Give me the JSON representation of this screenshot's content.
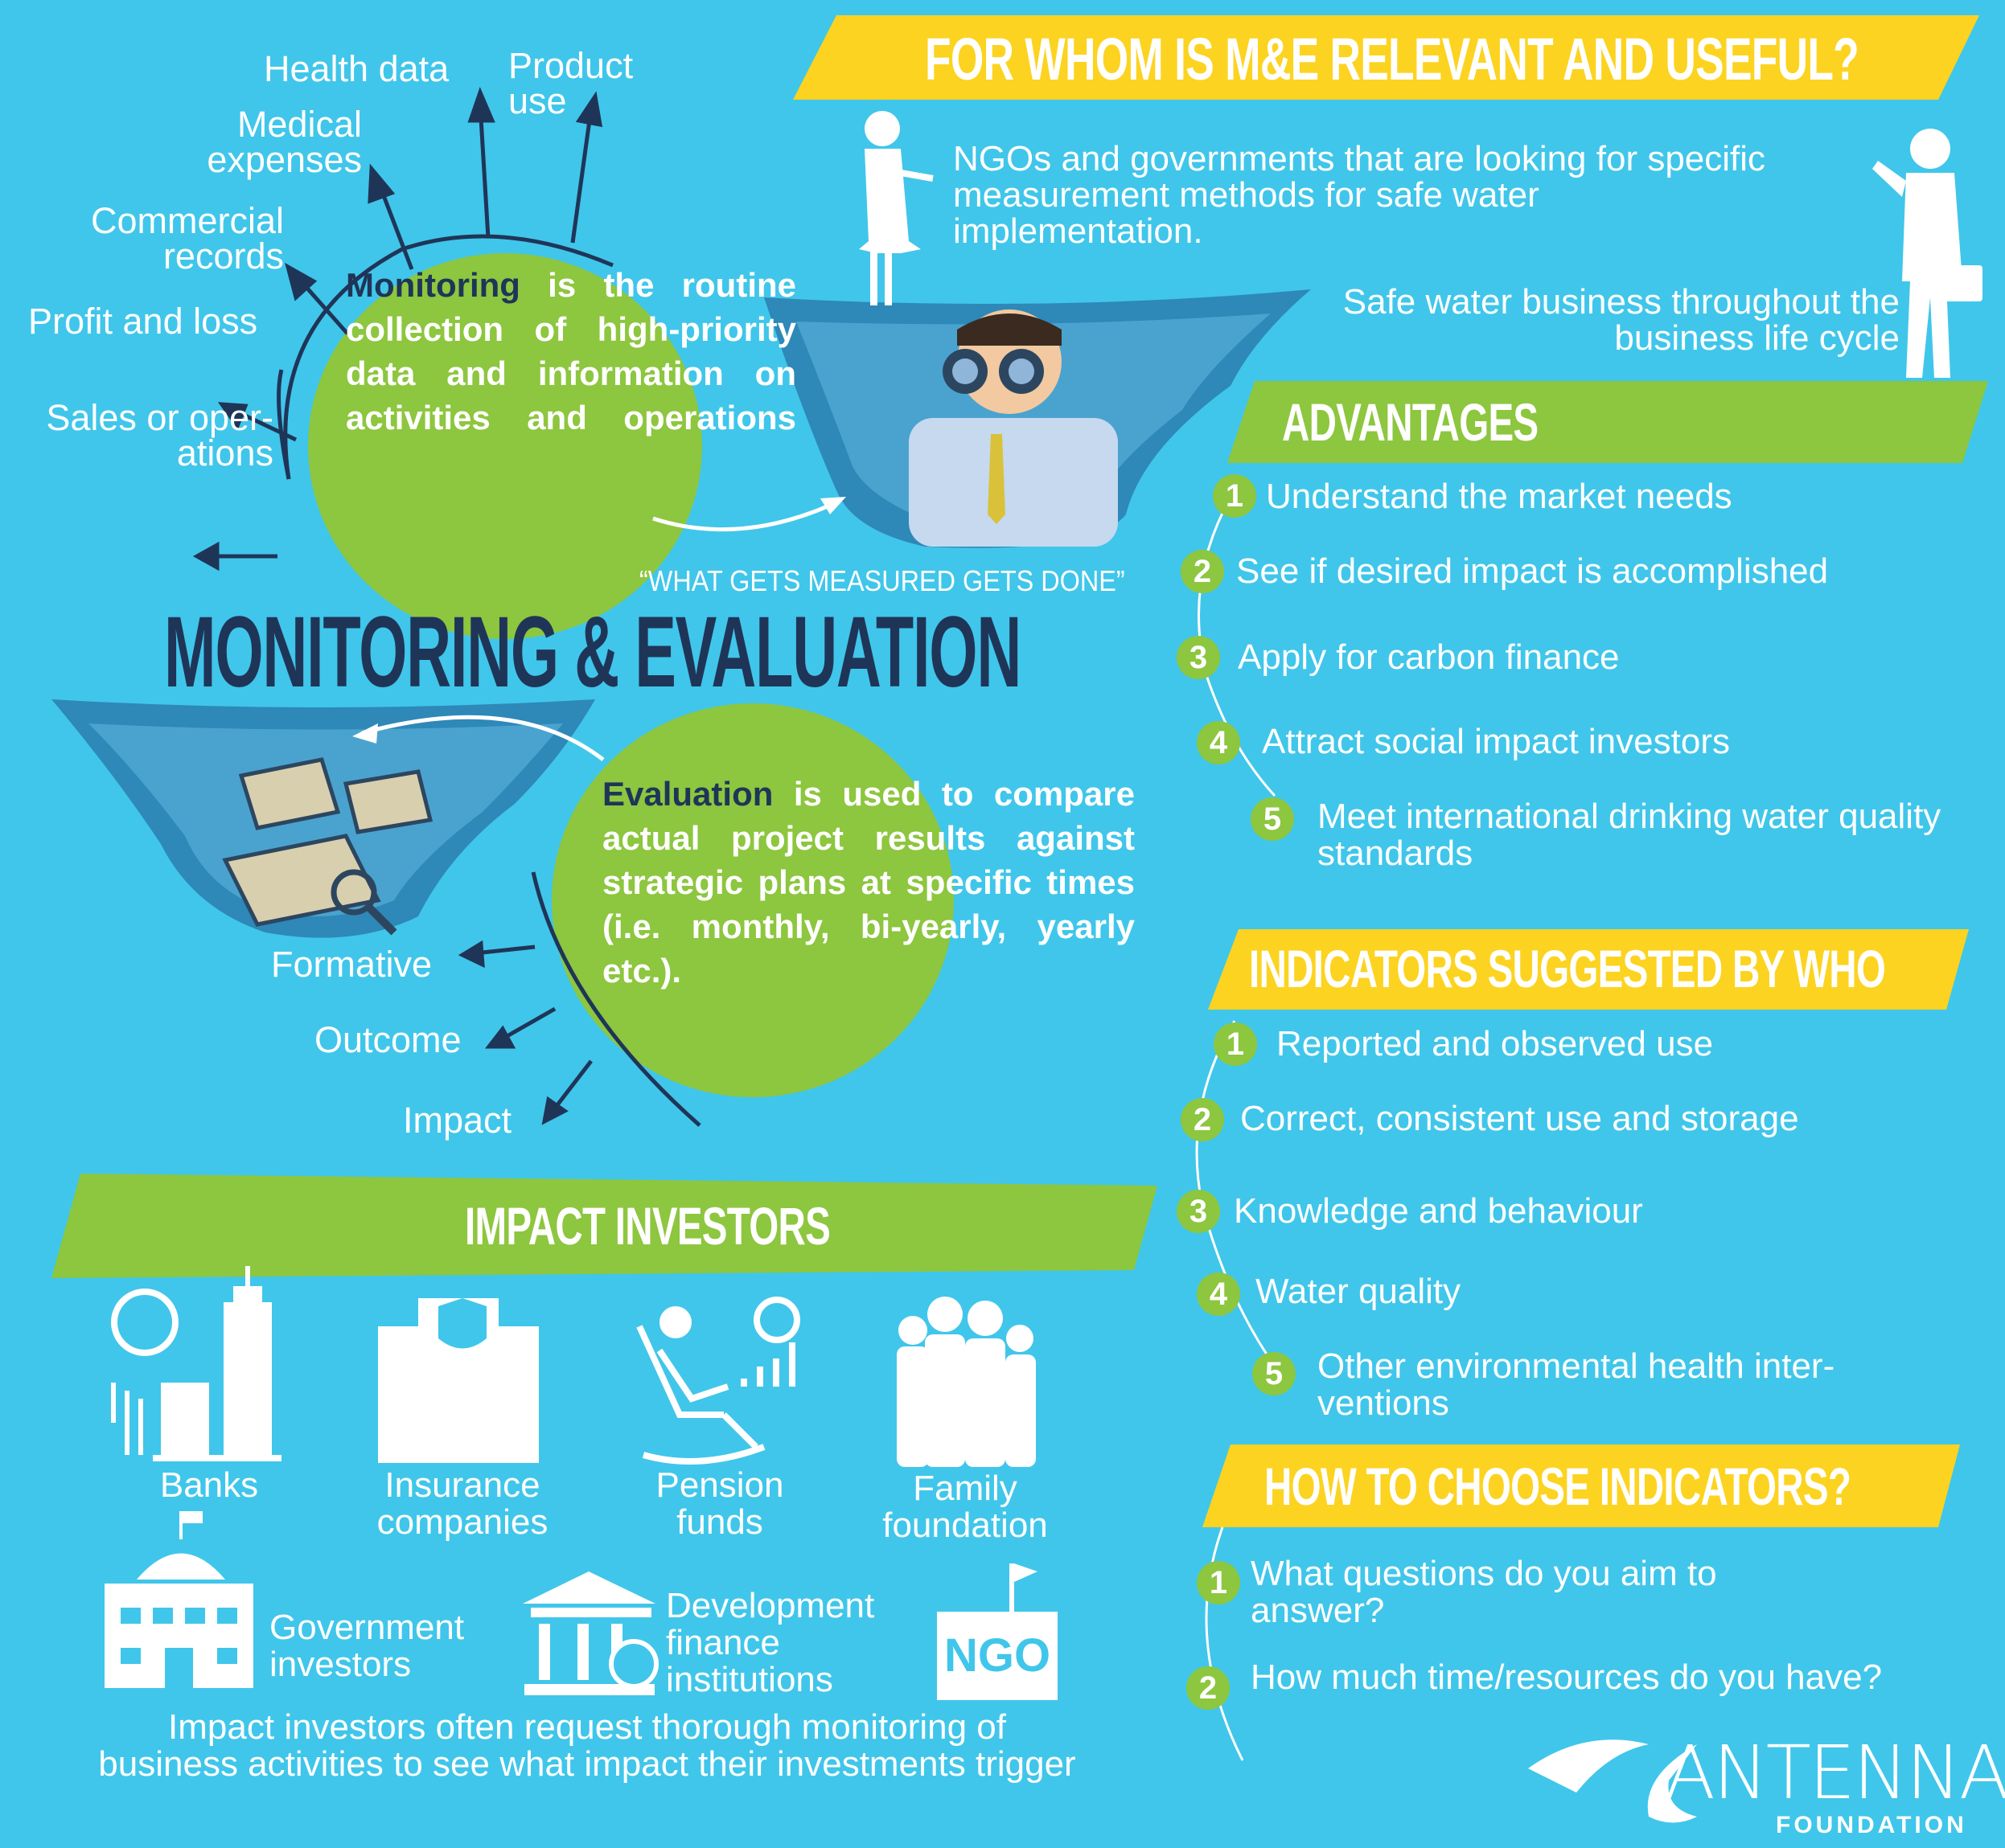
{
  "colors": {
    "background": "#40c6ea",
    "green": "#8dc63f",
    "yellow": "#fcd320",
    "navy": "#1f3558"
  },
  "header": {
    "title": "FOR WHOM IS M&E RELEVANT AND USEFUL?"
  },
  "audience": {
    "ngo": "NGOs and governments that are looking for specific measurement methods for safe water implementation.",
    "business": "Safe water business throughout the business life cycle"
  },
  "monitoring": {
    "keyword": "Monitoring",
    "definition": " is the routine collection of high-priority data and information on activities and operations",
    "sources": [
      "Health data",
      "Product use",
      "Medical expenses",
      "Commercial records",
      "Profit and loss",
      "Sales or oper-ations"
    ]
  },
  "quote": "“WHAT GETS MEASURED GETS DONE”",
  "title": "MONITORING & EVALUATION",
  "evaluation": {
    "keyword": "Evaluation",
    "definition": " is used to compare actual project results against strategic plans at specific times (i.e. monthly, bi-yearly, yearly etc.).",
    "types": [
      "Formative",
      "Outcome",
      "Impact"
    ]
  },
  "advantages": {
    "title": "ADVANTAGES",
    "items": [
      "Understand the market needs",
      "See if desired impact is accomplished",
      "Apply for carbon finance",
      "Attract social impact investors",
      "Meet international drinking water quality standards"
    ]
  },
  "indicators": {
    "title": "INDICATORS SUGGESTED BY WHO",
    "items": [
      "Reported and observed use",
      "Correct, consistent use and storage",
      "Knowledge and behaviour",
      "Water quality",
      "Other environmental health inter-ventions"
    ]
  },
  "choose": {
    "title": "HOW TO CHOOSE INDICATORS?",
    "items": [
      "What questions do you aim to answer?",
      "How much time/resources do you have?"
    ]
  },
  "investors": {
    "title": "IMPACT INVESTORS",
    "types": [
      "Banks",
      "Insurance companies",
      "Pension funds",
      "Family foundation",
      "Government investors",
      "Development finance institutions"
    ],
    "ngo_label": "NGO",
    "note": "Impact investors often request thorough monitoring of business activities to see what impact their investments trigger"
  },
  "logo": {
    "name": "ANTENNA",
    "sub": "FOUNDATION"
  }
}
